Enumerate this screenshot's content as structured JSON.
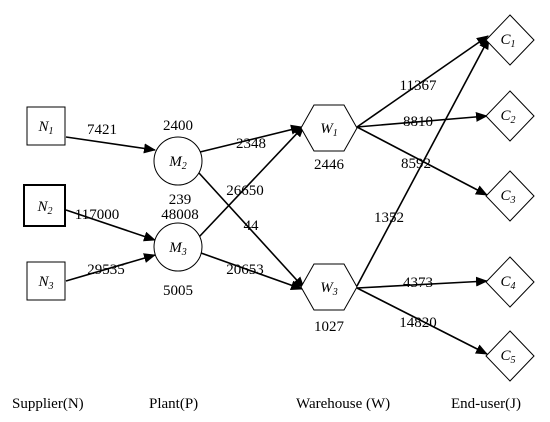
{
  "nodes": [
    {
      "id": "N1",
      "label": "N",
      "sub": "1"
    },
    {
      "id": "N2",
      "label": "N",
      "sub": "2"
    },
    {
      "id": "N3",
      "label": "N",
      "sub": "3"
    },
    {
      "id": "M2",
      "label": "M",
      "sub": "2"
    },
    {
      "id": "M3",
      "label": "M",
      "sub": "3"
    },
    {
      "id": "W1",
      "label": "W",
      "sub": "1"
    },
    {
      "id": "W3",
      "label": "W",
      "sub": "3"
    },
    {
      "id": "C1",
      "label": "C",
      "sub": "1"
    },
    {
      "id": "C2",
      "label": "C",
      "sub": "2"
    },
    {
      "id": "C3",
      "label": "C",
      "sub": "3"
    },
    {
      "id": "C4",
      "label": "C",
      "sub": "4"
    },
    {
      "id": "C5",
      "label": "C",
      "sub": "5"
    }
  ],
  "edges": [
    {
      "from": "N1",
      "to": "M2",
      "label": "7421"
    },
    {
      "from": "N2",
      "to": "M3",
      "label": "117000"
    },
    {
      "from": "N3",
      "to": "M3",
      "label": "29535"
    },
    {
      "from": "M2",
      "to": "W1",
      "label": "2348"
    },
    {
      "from": "M2",
      "to": "W3",
      "label": "44"
    },
    {
      "from": "M3",
      "to": "W1",
      "label": "26650"
    },
    {
      "from": "M3",
      "to": "W3",
      "label": "20653"
    },
    {
      "from": "W1",
      "to": "C1",
      "label": "11367"
    },
    {
      "from": "W1",
      "to": "C2",
      "label": "8810"
    },
    {
      "from": "W1",
      "to": "C3",
      "label": "8592"
    },
    {
      "from": "W3",
      "to": "C1",
      "label": "1352"
    },
    {
      "from": "W3",
      "to": "C4",
      "label": "4373"
    },
    {
      "from": "W3",
      "to": "C5",
      "label": "14820"
    }
  ],
  "capacities": {
    "M2_top": "2400",
    "M2_bottom": "239",
    "M3_top": "48008",
    "M3_bottom": "5005",
    "W1_bottom": "2446",
    "W3_bottom": "1027"
  },
  "tiers": {
    "supplier": "Supplier(N)",
    "plant": "Plant(P)",
    "warehouse": "Warehouse (W)",
    "enduser": "End-user(J)"
  }
}
